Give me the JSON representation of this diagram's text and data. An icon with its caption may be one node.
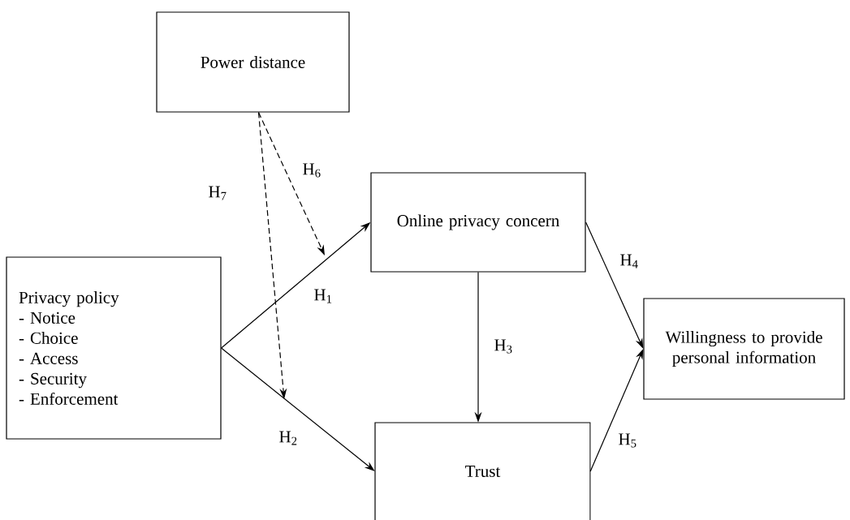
{
  "diagram": {
    "nodes": [
      {
        "text": [
          "Power distance"
        ]
      },
      {
        "text": [
          "Online privacy concern"
        ]
      },
      {
        "text": [
          "Privacy policy",
          "- Notice",
          "- Choice",
          "- Access",
          "- Security",
          "- Enforcement"
        ]
      },
      {
        "text": [
          "Willingness to provide personal information"
        ]
      },
      {
        "text": [
          "Trust"
        ]
      }
    ],
    "edges": [
      {
        "from": 2,
        "to": 1,
        "arrow": "to",
        "label": "H$_{1}$"
      },
      {
        "from": 2,
        "to": 4,
        "arrow": "to",
        "label": "H$_{2}$"
      },
      {
        "from": 1,
        "to": 4,
        "arrow": "to",
        "label": "H$_{3}$"
      },
      {
        "from": 1,
        "to": 3,
        "arrow": "to",
        "label": "H$_{4}$"
      },
      {
        "from": 4,
        "to": 3,
        "arrow": "to",
        "label": "H$_{5}$"
      },
      {
        "from": 0,
        "to": null,
        "arrow": "to",
        "label": "H$_{6}$",
        "style": "dashed"
      },
      {
        "from": 0,
        "to": null,
        "arrow": "to",
        "label": "H$_{7}$",
        "style": "dashed"
      }
    ]
  }
}
